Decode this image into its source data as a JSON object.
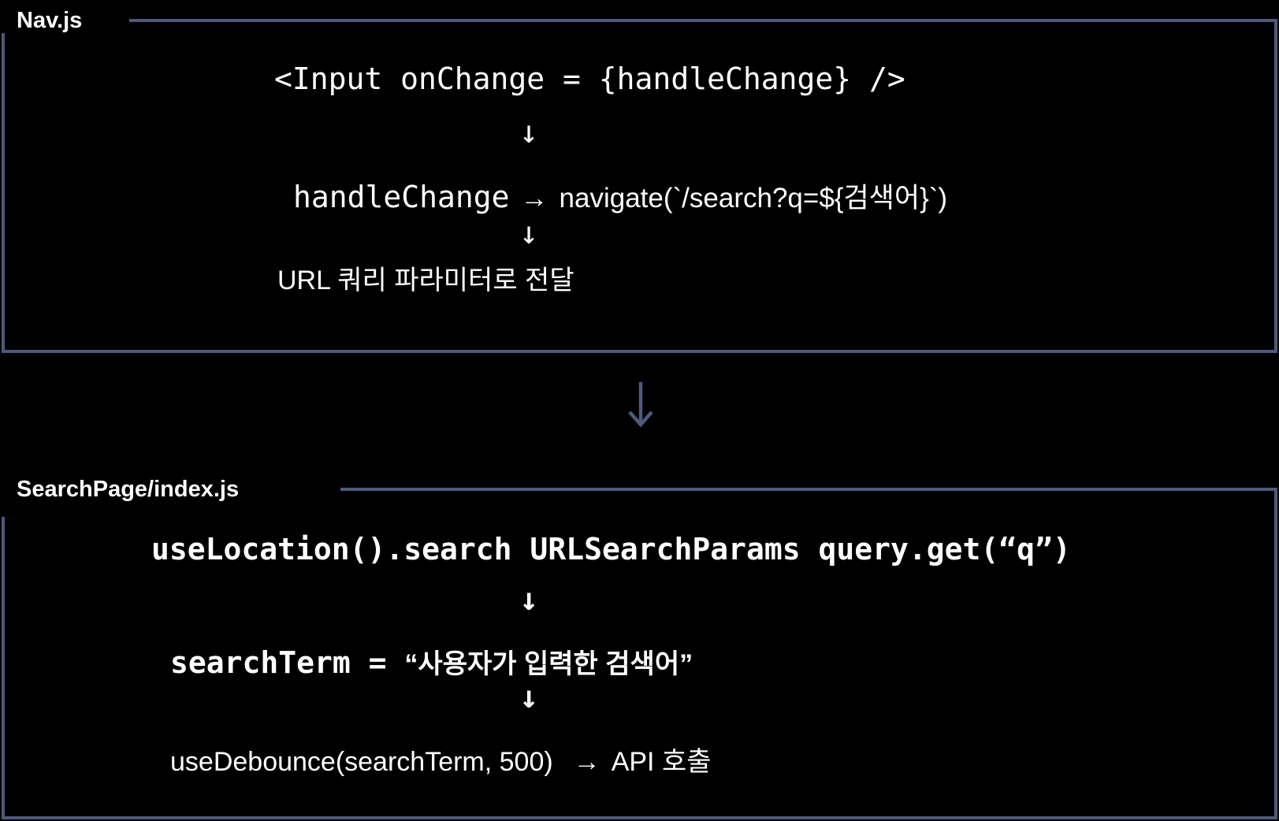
{
  "colors": {
    "background": "#000000",
    "panel_border": "#4d5a7c",
    "text": "#ffffff",
    "connector_arrow": "#4d5a7c"
  },
  "nav_panel": {
    "label": "Nav.js",
    "line1": "<Input onChange = {handleChange} />",
    "arrow1": "↓",
    "line2": {
      "code": "handleChange",
      "arrow": "→",
      "call": "navigate(`/search?q=${검색어}`)"
    },
    "arrow2": "↓",
    "line3": "URL 쿼리 파라미터로 전달"
  },
  "search_panel": {
    "label": "SearchPage/index.js",
    "line1": "useLocation().search URLSearchParams query.get(“q”)",
    "arrow1": "↓",
    "line2": {
      "code": "searchTerm = ",
      "value": "“사용자가 입력한 검색어”"
    },
    "arrow2": "↓",
    "line3": {
      "code": "useDebounce(searchTerm, 500)",
      "arrow": "→",
      "result": "API 호출"
    }
  }
}
